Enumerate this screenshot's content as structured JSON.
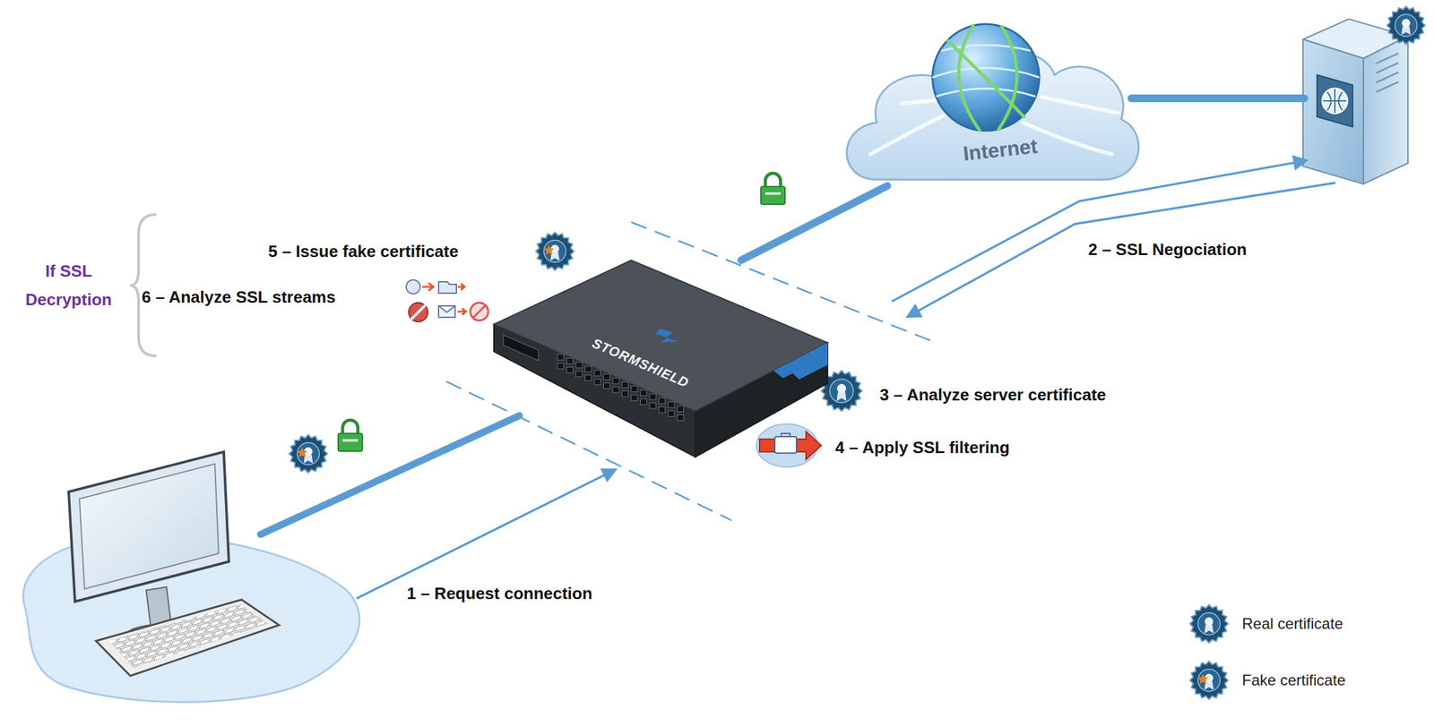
{
  "diagram": {
    "nodes": [
      {
        "text": [
          "Internet"
        ]
      },
      {
        "text": [
          "STORMSHIELD"
        ]
      }
    ],
    "edges": [
      {
        "from": 1,
        "to": 0,
        "arrow": "none"
      }
    ],
    "labels": [
      "If SSL Decryption",
      "5 – Issue fake certificate",
      "2 – SSL Negociation",
      "6 – Analyze SSL streams",
      "3 – Analyze server certificate",
      "4 – Apply SSL filtering",
      "1 – Request connection"
    ],
    "legend": [
      {
        "text": "Real certificate"
      },
      {
        "text": "Fake certificate"
      }
    ]
  }
}
